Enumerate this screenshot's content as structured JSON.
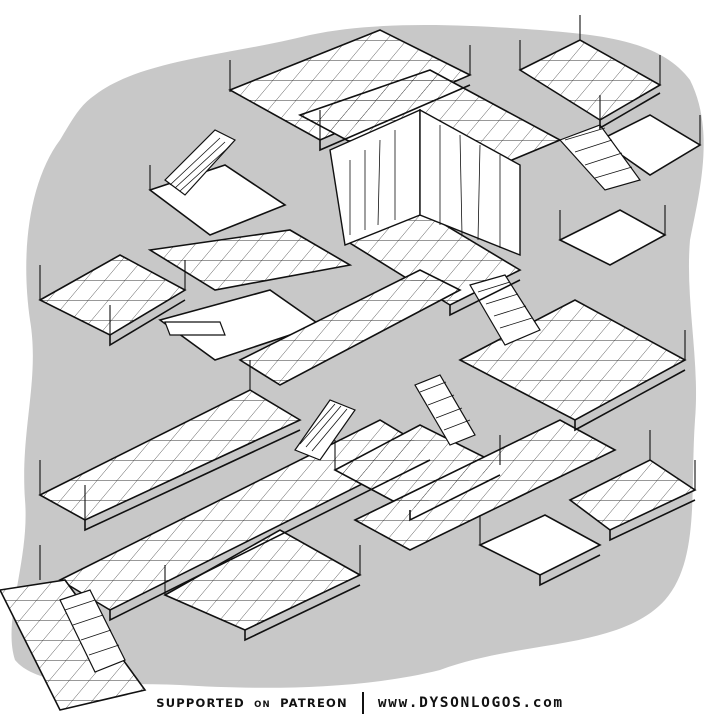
{
  "credits": {
    "supported": "SUPPORTED",
    "on": "ON",
    "platform": "PATREON",
    "website": "www.DYSONLOGOS.com"
  },
  "colors": {
    "rock": "#c8c8c8",
    "floor": "#ffffff",
    "ink": "#111111"
  }
}
